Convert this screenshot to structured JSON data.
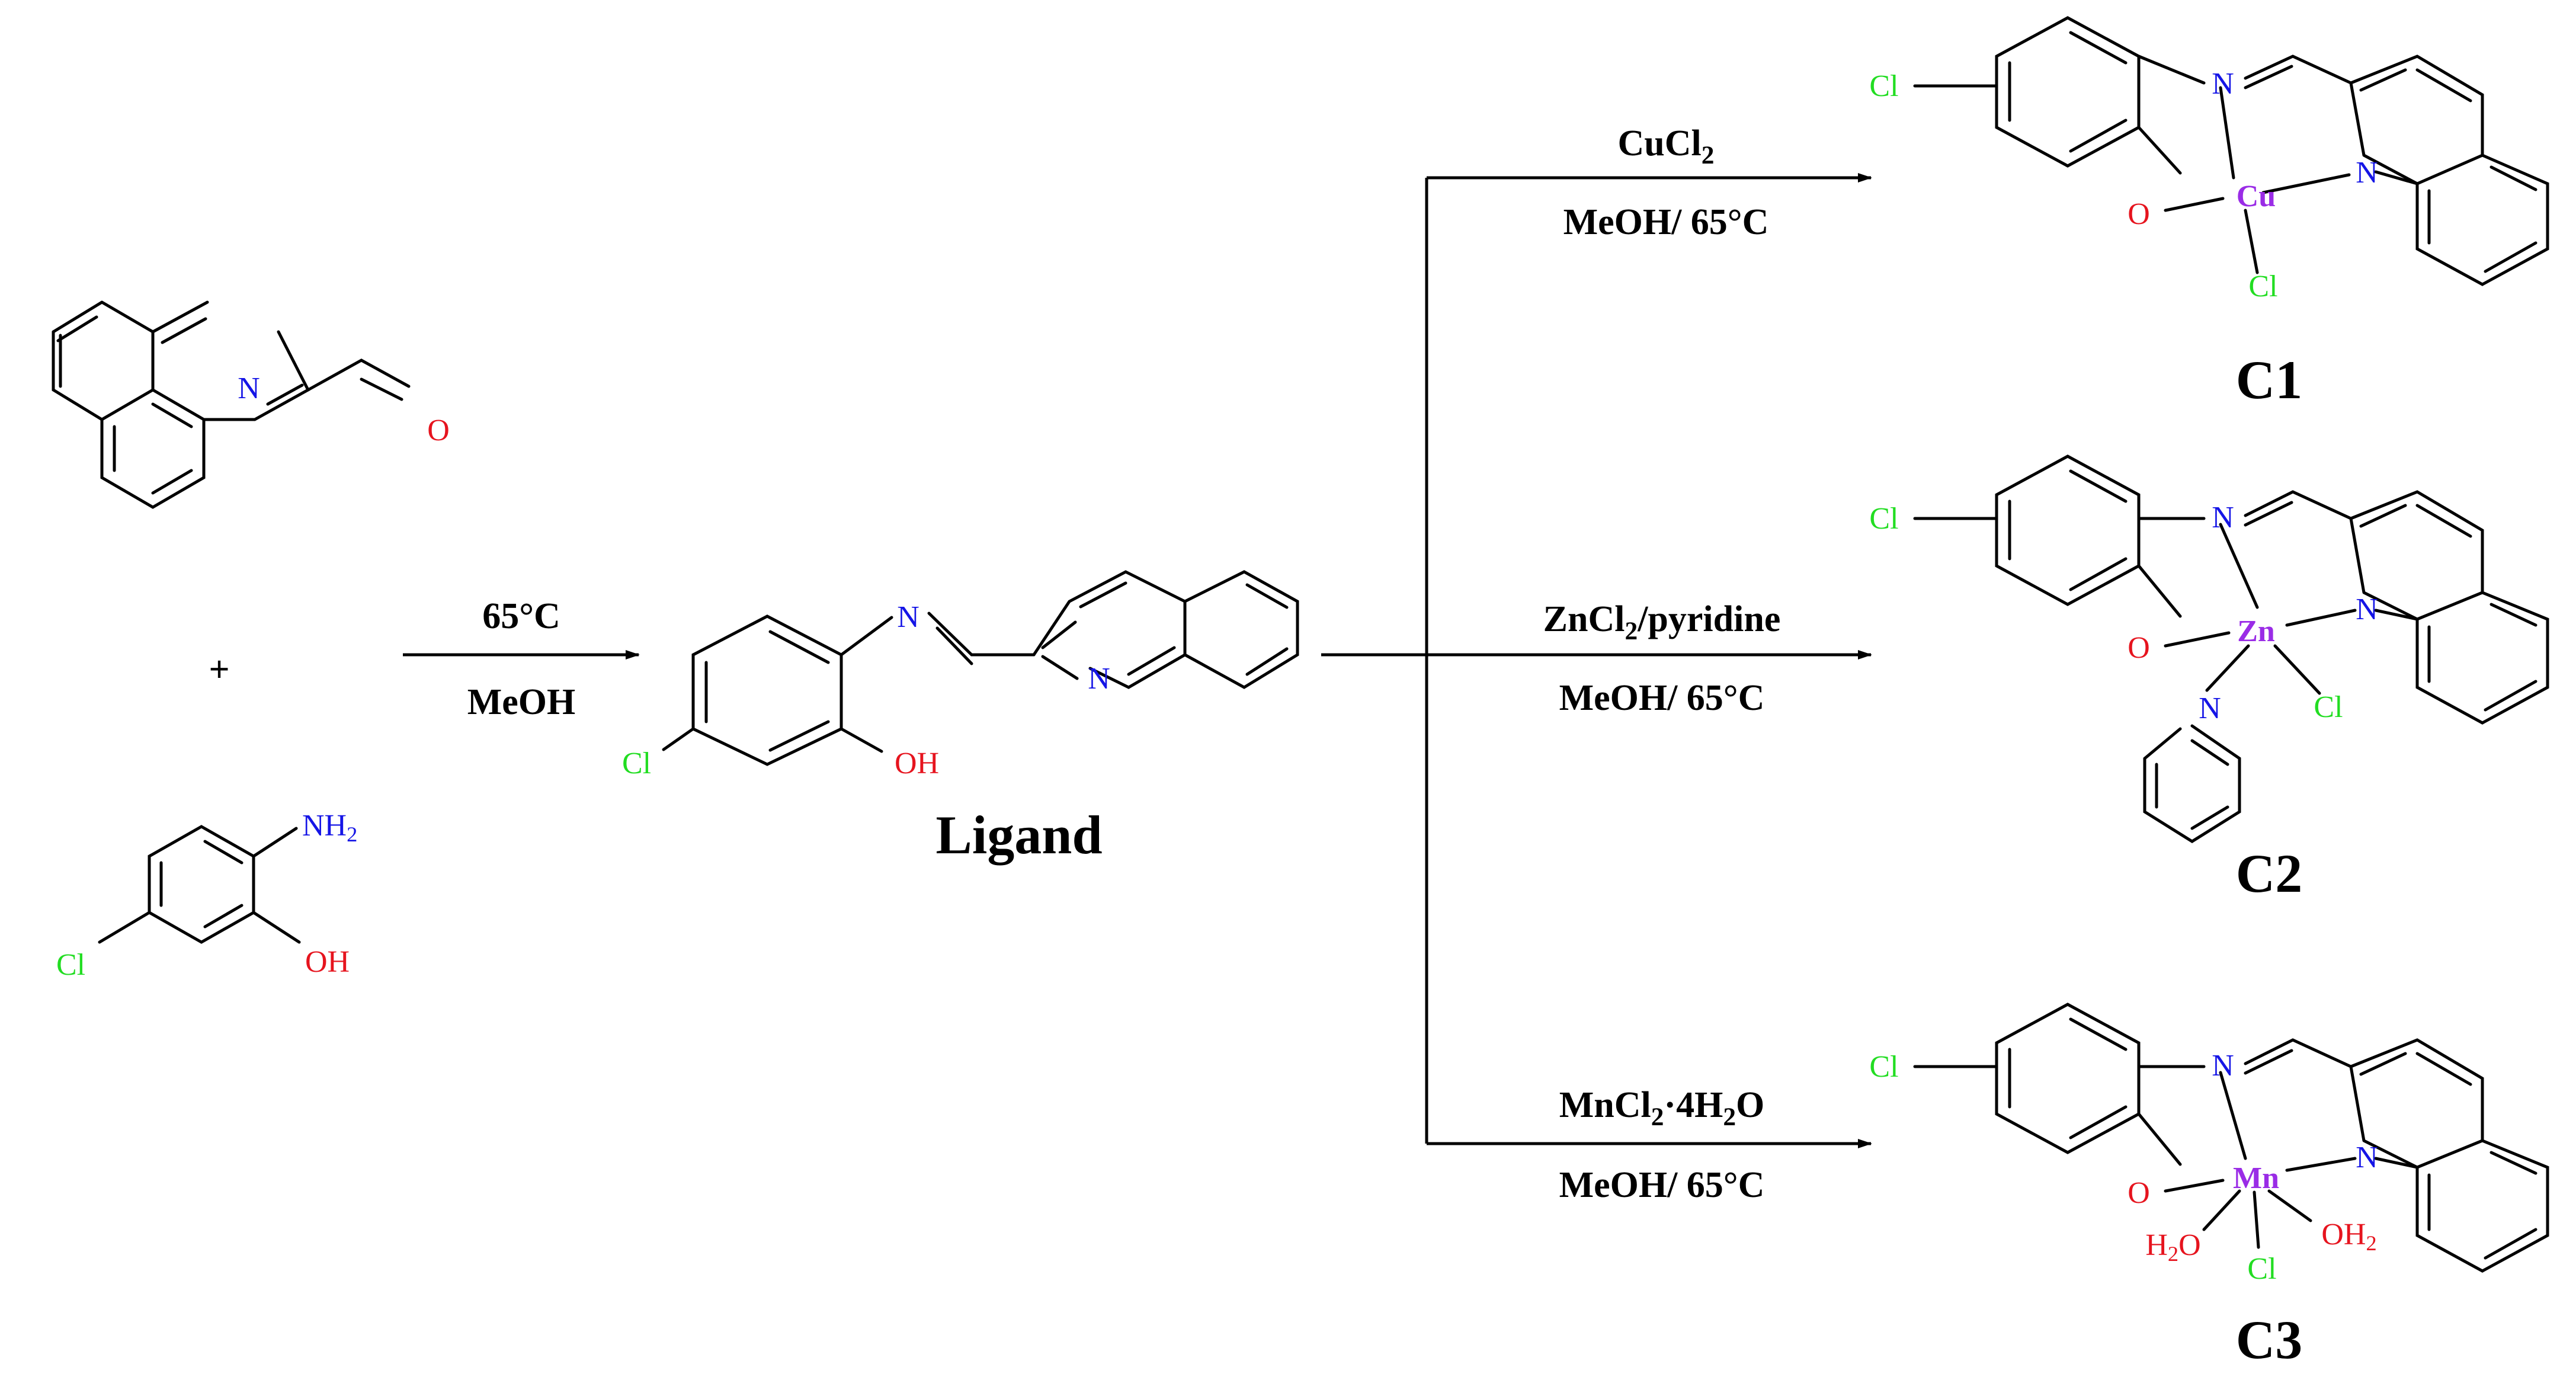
{
  "atoms": {
    "N": "N",
    "O": "O",
    "Cl": "Cl",
    "OH": "OH",
    "NH": "NH",
    "H": "H",
    "two": "2",
    "Cu": "Cu",
    "Zn": "Zn",
    "Mn": "Mn"
  },
  "colors": {
    "nitrogen": "#1515e6",
    "oxygen": "#e6141e",
    "chlorine": "#22dd22",
    "metal": "#9a2ce6",
    "bonds": "#000000"
  },
  "reagents": {
    "plus": "+",
    "step1_top": "65°C",
    "step1_bottom": "MeOH",
    "cu": {
      "reagent": "CuCl",
      "sub": "2",
      "solvent": "MeOH/ 65°C"
    },
    "zn": {
      "reagent": "ZnCl",
      "sub": "2",
      "tail": "/pyridine",
      "solvent": "MeOH/ 65°C"
    },
    "mn": {
      "reagent": "MnCl",
      "sub": "2",
      "mid": "·4H",
      "sub2": "2",
      "tail": "O",
      "solvent": "MeOH/ 65°C"
    }
  },
  "labels": {
    "ligand": "Ligand",
    "c1": "C1",
    "c2": "C2",
    "c3": "C3"
  }
}
